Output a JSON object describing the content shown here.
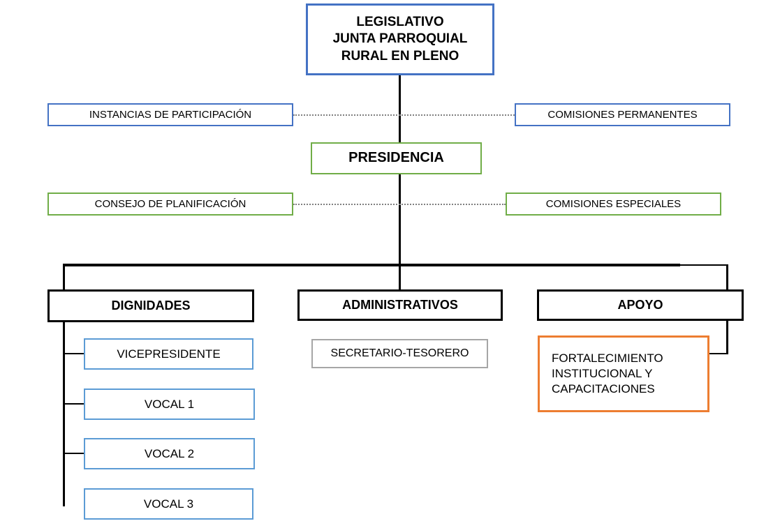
{
  "diagram": {
    "title": "Estructura Organica - Junta Parroquial Rural",
    "colors": {
      "blue": "#4472C4",
      "light_blue": "#5B9BD5",
      "green": "#70AD47",
      "orange": "#ED7D31",
      "gray": "#A6A6A6",
      "black": "#000000",
      "dotted_line": "#7F7F7F",
      "background": "#FFFFFF"
    },
    "nodes": {
      "legislativo": {
        "label": "LEGISLATIVO\nJUNTA PARROQUIAL\nRURAL EN PLENO",
        "border_color": "#4472C4",
        "level": "legislative"
      },
      "instancias": {
        "label": "INSTANCIAS DE PARTICIPACIÓN",
        "border_color": "#4472C4",
        "level": "legislative"
      },
      "comisiones_permanentes": {
        "label": "COMISIONES  PERMANENTES",
        "border_color": "#4472C4",
        "level": "legislative"
      },
      "presidencia": {
        "label": "PRESIDENCIA",
        "border_color": "#70AD47",
        "level": "executive"
      },
      "consejo_planificacion": {
        "label": "CONSEJO DE PLANIFICACIÓN",
        "border_color": "#70AD47",
        "level": "executive"
      },
      "comisiones_especiales": {
        "label": "COMISIONES  ESPECIALES",
        "border_color": "#70AD47",
        "level": "executive"
      },
      "dignidades": {
        "label": "DIGNIDADES",
        "border_color": "#000000",
        "level": "category"
      },
      "administrativos": {
        "label": "ADMINISTRATIVOS",
        "border_color": "#000000",
        "level": "category"
      },
      "apoyo": {
        "label": "APOYO",
        "border_color": "#000000",
        "level": "category"
      },
      "vicepresidente": {
        "label": "VICEPRESIDENTE",
        "border_color": "#5B9BD5",
        "level": "member"
      },
      "vocal1": {
        "label": "VOCAL 1",
        "border_color": "#5B9BD5",
        "level": "member"
      },
      "vocal2": {
        "label": "VOCAL 2",
        "border_color": "#5B9BD5",
        "level": "member"
      },
      "vocal3": {
        "label": "VOCAL 3",
        "border_color": "#5B9BD5",
        "level": "member"
      },
      "secretario_tesorero": {
        "label": "SECRETARIO-TESORERO",
        "border_color": "#A6A6A6",
        "level": "member"
      },
      "fortalecimiento": {
        "label": "FORTALECIMIENTO\nINSTITUCIONAL   Y\nCAPACITACIONES",
        "border_color": "#ED7D31",
        "level": "member"
      }
    }
  }
}
